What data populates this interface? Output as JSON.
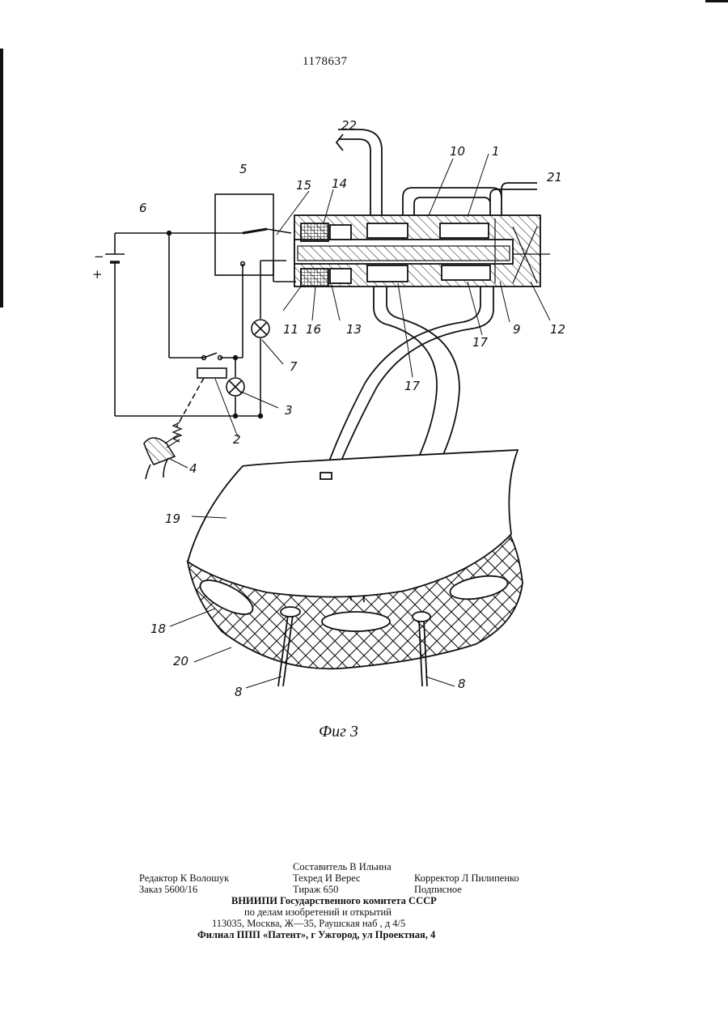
{
  "patent_number": "1178637",
  "figure_caption": "Фиг 3",
  "reference_labels": [
    "1",
    "2",
    "3",
    "4",
    "5",
    "6",
    "7",
    "8",
    "8",
    "9",
    "10",
    "11",
    "12",
    "13",
    "14",
    "15",
    "16",
    "17",
    "17",
    "18",
    "19",
    "20",
    "21",
    "22"
  ],
  "polarity": {
    "minus": "−",
    "plus": "+"
  },
  "imprint": {
    "compiler": "Составитель В Ильина",
    "editor": "Редактор К Волошук",
    "techred": "Техред И Верес",
    "corrector": "Корректор Л Пилипенко",
    "order": "Заказ 5600/16",
    "print_run": "Тираж 650",
    "subscription": "Подписное",
    "institute": "ВНИИПИ Государственного комитета СССР",
    "affairs": "по делам изобретений и открытий",
    "address": "113035, Москва, Ж—35, Раушская наб , д 4/5",
    "branch": "Филиал ППП «Патент», г Ужгород, ул Проектная, 4"
  }
}
